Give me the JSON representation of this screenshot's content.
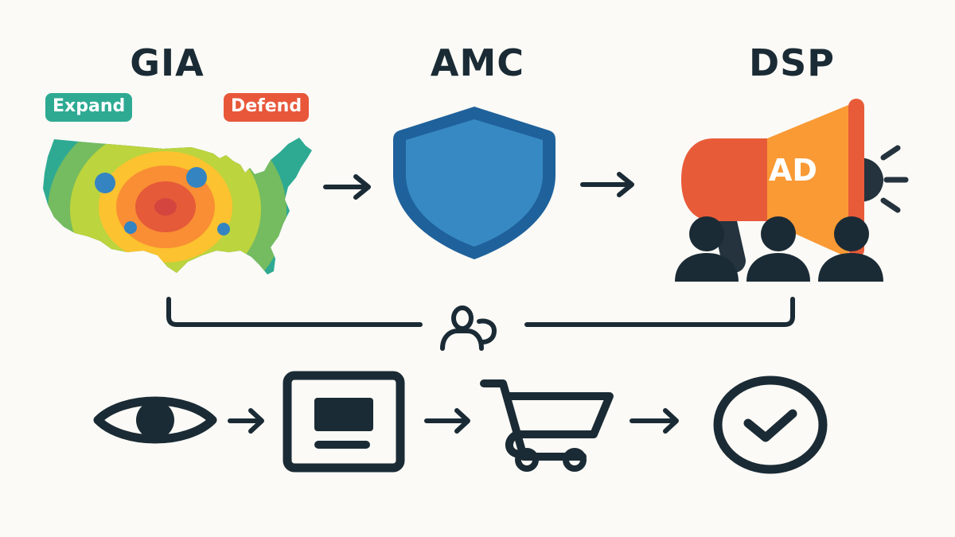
{
  "diagram": {
    "stages": [
      {
        "id": "gia",
        "title": "GIA",
        "icon": "us-heatmap-icon"
      },
      {
        "id": "amc",
        "title": "AMC",
        "icon": "shield-icon"
      },
      {
        "id": "dsp",
        "title": "DSP",
        "icon": "megaphone-audience-icon"
      }
    ],
    "gia_badges": {
      "expand": {
        "label": "Expand",
        "color": "#2eaa93"
      },
      "defend": {
        "label": "Defend",
        "color": "#e8573a"
      }
    },
    "dsp_megaphone_label": "AD",
    "connector": {
      "icon": "audience-users-icon"
    },
    "funnel": [
      {
        "step": "awareness",
        "icon": "eye-icon"
      },
      {
        "step": "consideration",
        "icon": "display-ad-icon"
      },
      {
        "step": "purchase",
        "icon": "shopping-cart-icon"
      },
      {
        "step": "conversion",
        "icon": "check-circle-icon"
      }
    ],
    "colors": {
      "ink": "#1b2b35",
      "shield_fill": "#3789c3",
      "shield_border": "#1f619b",
      "megaphone_orange": "#f99a35",
      "megaphone_red": "#e85b39",
      "heat_teal": "#2eaa93",
      "heat_green": "#75bb5f",
      "heat_lime": "#bcd43e",
      "heat_yellow": "#fcc22f",
      "heat_orange": "#f98e34",
      "heat_red": "#e55a39",
      "heat_core": "#d5453f",
      "marker_blue": "#3584c2"
    }
  }
}
